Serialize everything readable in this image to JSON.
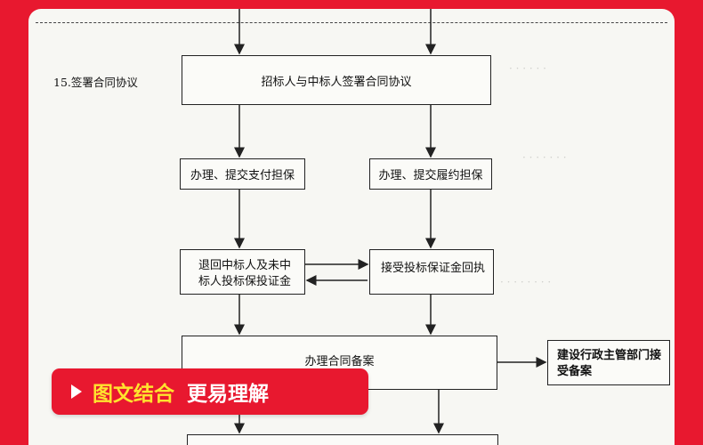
{
  "step_label": "15.签署合同协议",
  "boxes": {
    "sign_contract": "招标人与中标人签署合同协议",
    "payment_guarantee": "办理、提交支付担保",
    "performance_guarantee": "办理、提交履约担保",
    "refund_bond": "退回中标人及未中标人投标保投证金",
    "accept_bond_receipt": "接受投标保证金回执",
    "contract_filing": "办理合同备案",
    "authority_filing": "建设行政主管部门接受备案"
  },
  "banner": {
    "highlight": "图文结合",
    "text": "更易理解"
  },
  "colors": {
    "frame_red": "#e8182f",
    "highlight_yellow": "#ffe32e",
    "page_bg": "#f7f7f3"
  }
}
